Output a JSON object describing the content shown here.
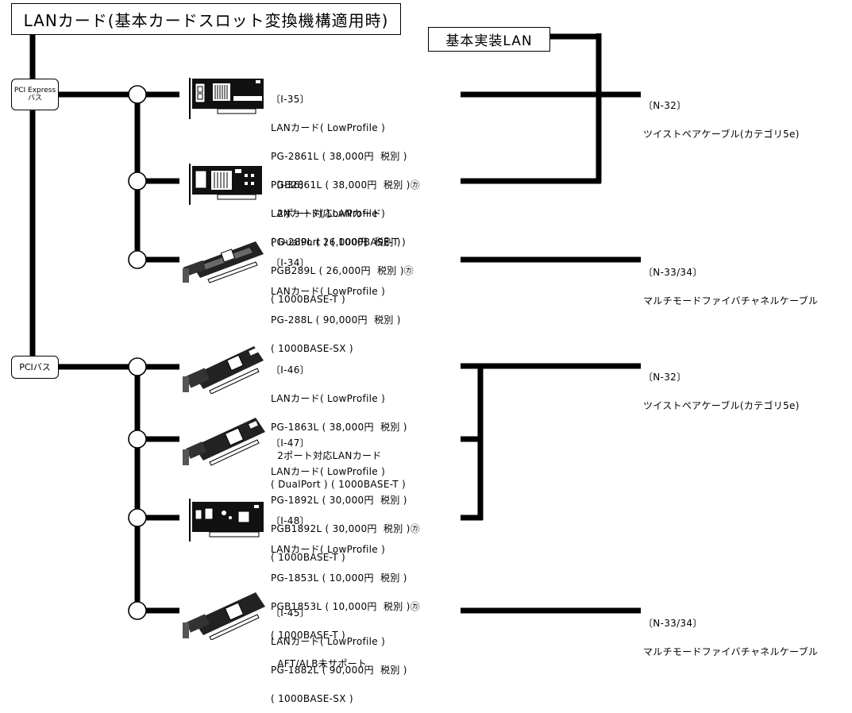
{
  "header": {
    "title": "LANカード(基本カードスロット変換機構適用時)",
    "base_lan": "基本実装LAN"
  },
  "buses": [
    {
      "label_lines": [
        "PCI Express",
        "バス"
      ]
    },
    {
      "label_lines": [
        "PCIバス"
      ]
    }
  ],
  "products": [
    {
      "lines": [
        "〔I-35〕",
        "LANカード( LowProfile )",
        "PG-2861L ( 38,000円  税別 )",
        "PGB2861L ( 38,000円  税別 )㋕",
        "  2ポート対応LANカード",
        "( DualPort ) ( 1000BASE-T )"
      ]
    },
    {
      "lines": [
        "〔I-36〕",
        "LANカード( LowProfile )",
        "PG-289L ( 26,000円  税別 )",
        "PGB289L ( 26,000円  税別 )㋕",
        "( 1000BASE-T )"
      ]
    },
    {
      "lines": [
        "〔I-34〕",
        "LANカード( LowProfile )",
        "PG-288L ( 90,000円  税別 )",
        "( 1000BASE-SX )"
      ]
    },
    {
      "lines": [
        "〔I-46〕",
        "LANカード( LowProfile )",
        "PG-1863L ( 38,000円  税別 )",
        "  2ポート対応LANカード",
        "( DualPort ) ( 1000BASE-T )"
      ]
    },
    {
      "lines": [
        "〔I-47〕",
        "LANカード( LowProfile )",
        "PG-1892L ( 30,000円  税別 )",
        "PGB1892L ( 30,000円  税別 )㋕",
        "( 1000BASE-T )"
      ]
    },
    {
      "lines": [
        "〔I-48〕",
        "LANカード( LowProfile )",
        "PG-1853L ( 10,000円  税別 )",
        "PGB1853L ( 10,000円  税別 )㋕",
        "( 1000BASE-T )",
        "  AFT/ALB未サポート"
      ]
    },
    {
      "lines": [
        "〔I-45〕",
        "LANカード( LowProfile )",
        "PG-1882L ( 90,000円  税別 )",
        "( 1000BASE-SX )"
      ]
    }
  ],
  "cables": [
    {
      "lines": [
        "〔N-32〕",
        "ツイストペアケーブル(カテゴリ5e)"
      ]
    },
    {
      "lines": [
        "〔N-33/34〕",
        "マルチモードファイバチャネルケーブル"
      ]
    },
    {
      "lines": [
        "〔N-32〕",
        "ツイストペアケーブル(カテゴリ5e)"
      ]
    },
    {
      "lines": [
        "〔N-33/34〕",
        "マルチモードファイバチャネルケーブル"
      ]
    }
  ],
  "card_images": [
    {
      "icon": "lowprofile-card-2port-icon"
    },
    {
      "icon": "lowprofile-card-1port-icon"
    },
    {
      "icon": "pci-card-fiber-icon"
    },
    {
      "icon": "pci-card-dualport-icon"
    },
    {
      "icon": "pci-card-copper-icon"
    },
    {
      "icon": "pci-card-flat-icon"
    },
    {
      "icon": "pci-card-fiber-icon"
    }
  ]
}
